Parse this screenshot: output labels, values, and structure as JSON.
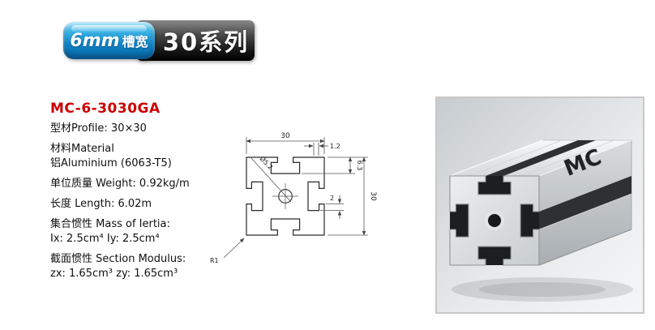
{
  "header": {
    "slot_size": "6mm",
    "slot_label": "槽宽",
    "series": "30系列"
  },
  "product": {
    "model": "MC-6-3030GA",
    "lines": [
      "型材Profile: 30×30",
      "材料Material",
      "铝Aluminium (6063-T5)",
      "单位质量 Weight: 0.92kg/m",
      "长度 Length: 6.02m",
      "集合惯性 Mass of Iertia:",
      "Ix: 2.5cm⁴   Iy: 2.5cm⁴",
      "截面惯性 Section Modulus:",
      "zx: 1.65cm³   zy: 1.65cm³"
    ]
  },
  "drawing": {
    "dim_width": "30",
    "dim_height": "30",
    "dim_wall": "1.2",
    "dim_hole": "Ø5.2",
    "dim_depth": "6.3",
    "dim_lip": "2",
    "dim_radius": "R1"
  },
  "photo": {
    "brand": "MC"
  },
  "colors": {
    "model_red": "#cc0000",
    "badge_blue": "#0f83c5",
    "badge_dark": "#171717"
  }
}
